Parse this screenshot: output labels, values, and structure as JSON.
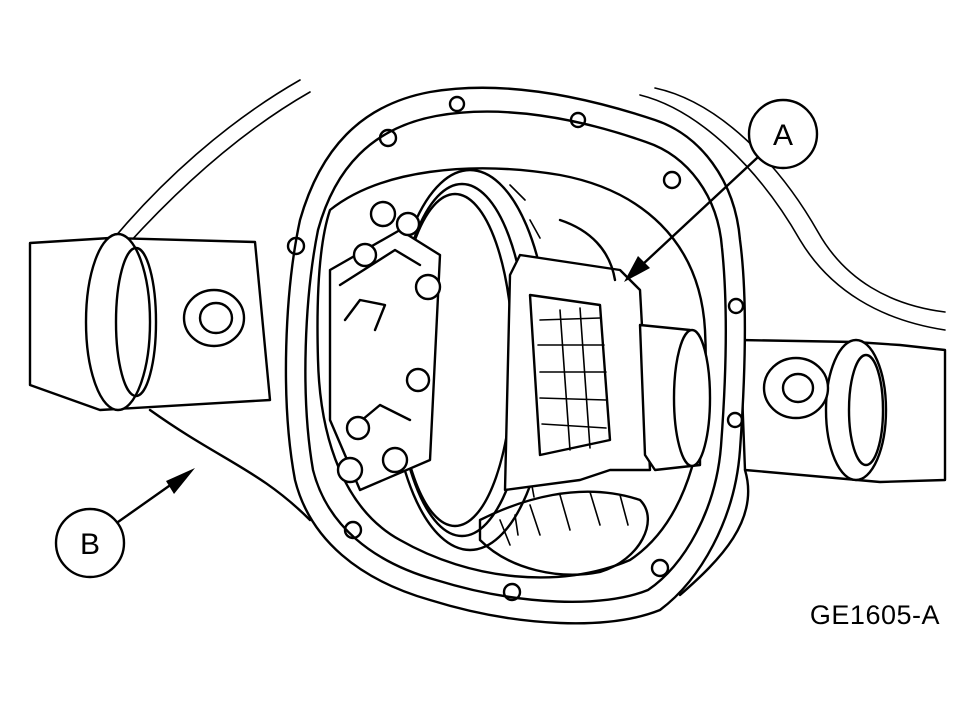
{
  "callouts": [
    {
      "id": "A",
      "label": "A"
    },
    {
      "id": "B",
      "label": "B"
    }
  ],
  "figure_id": "GE1605-A",
  "colors": {
    "line": "#000000",
    "background": "#ffffff"
  },
  "icons": [
    "differential-carrier-illustration",
    "arrow-icon"
  ]
}
